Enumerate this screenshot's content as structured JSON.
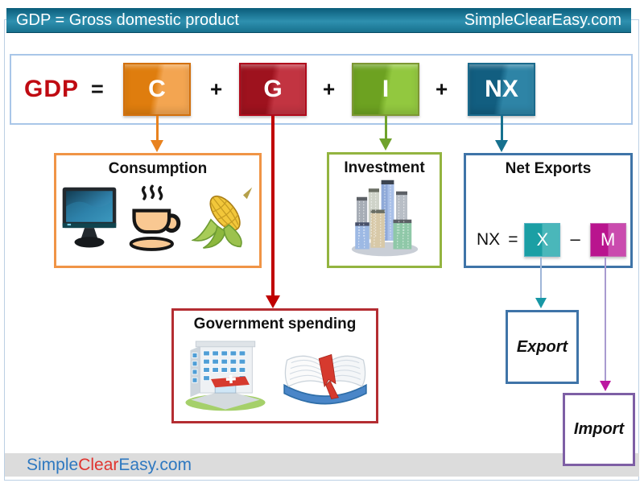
{
  "header": {
    "title": "GDP = Gross domestic product",
    "site": "SimpleClearEasy.com"
  },
  "formula": {
    "lhs": "GDP",
    "equals": "=",
    "plus": "+",
    "terms": {
      "c": {
        "letter": "C",
        "meaning": "Consumption",
        "color": "#e8820e"
      },
      "g": {
        "letter": "G",
        "meaning": "Government spending",
        "color": "#a81420"
      },
      "i": {
        "letter": "I",
        "meaning": "Investment",
        "color": "#79ad27"
      },
      "nx": {
        "letter": "NX",
        "meaning": "Net Exports",
        "color": "#17668a"
      }
    }
  },
  "boxes": {
    "consumption": {
      "title": "Consumption",
      "icons": [
        "computer-monitor-icon",
        "coffee-cup-icon",
        "corn-icon"
      ],
      "border_color": "#f09446"
    },
    "investment": {
      "title": "Investment",
      "icons": [
        "city-buildings-icon"
      ],
      "border_color": "#93b440"
    },
    "net_exports": {
      "title": "Net Exports",
      "border_color": "#3f74a8",
      "formula": {
        "lhs": "NX",
        "equals": "=",
        "export_letter": "X",
        "minus": "–",
        "import_letter": "M",
        "x_color": "#1b9fa4",
        "m_color": "#b9148e"
      }
    },
    "government_spending": {
      "title": "Government spending",
      "icons": [
        "government-building-icon",
        "open-book-icon"
      ],
      "border_color": "#b42d32"
    },
    "export": {
      "label": "Export",
      "border_color": "#3f74a8"
    },
    "import": {
      "label": "Import",
      "border_color": "#7e5fa5"
    }
  },
  "connectors": {
    "c_arrow": "#e8821e",
    "g_arrow": "#c00000",
    "i_arrow": "#6fa22c",
    "nx_arrow": "#17718f",
    "x_arrowhead": "#1797a5",
    "m_arrowhead": "#bb18a0"
  },
  "footer": {
    "site_parts": {
      "simple": "Simple",
      "clear": "Clear",
      "easy": "Easy.com"
    },
    "colors": {
      "blue": "#2e78c0",
      "red": "#e0342f"
    }
  }
}
